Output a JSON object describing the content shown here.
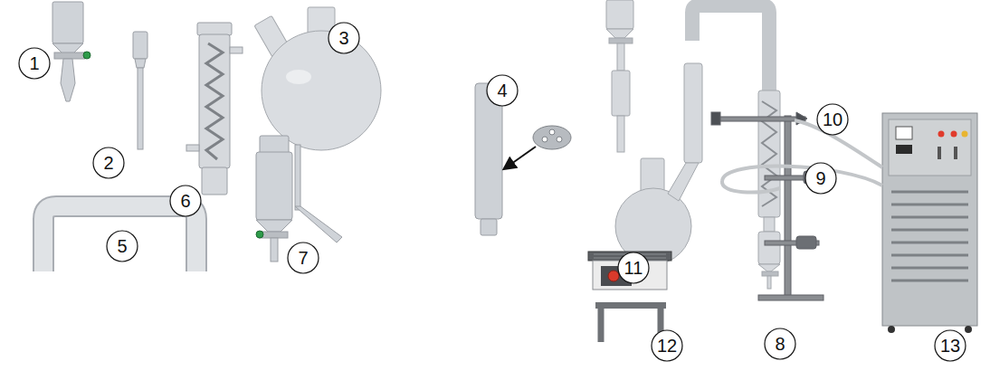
{
  "diagram": {
    "nodes": [
      {
        "text": [
          "1"
        ]
      },
      {
        "text": [
          "2"
        ]
      },
      {
        "text": [
          "3"
        ]
      },
      {
        "text": [
          "4"
        ]
      },
      {
        "text": [
          "5"
        ]
      },
      {
        "text": [
          "6"
        ]
      },
      {
        "text": [
          "7"
        ]
      },
      {
        "text": [
          "8"
        ]
      },
      {
        "text": [
          "9"
        ]
      },
      {
        "text": [
          "10"
        ]
      },
      {
        "text": [
          "11"
        ]
      },
      {
        "text": [
          "12"
        ]
      },
      {
        "text": [
          "13"
        ]
      }
    ]
  }
}
